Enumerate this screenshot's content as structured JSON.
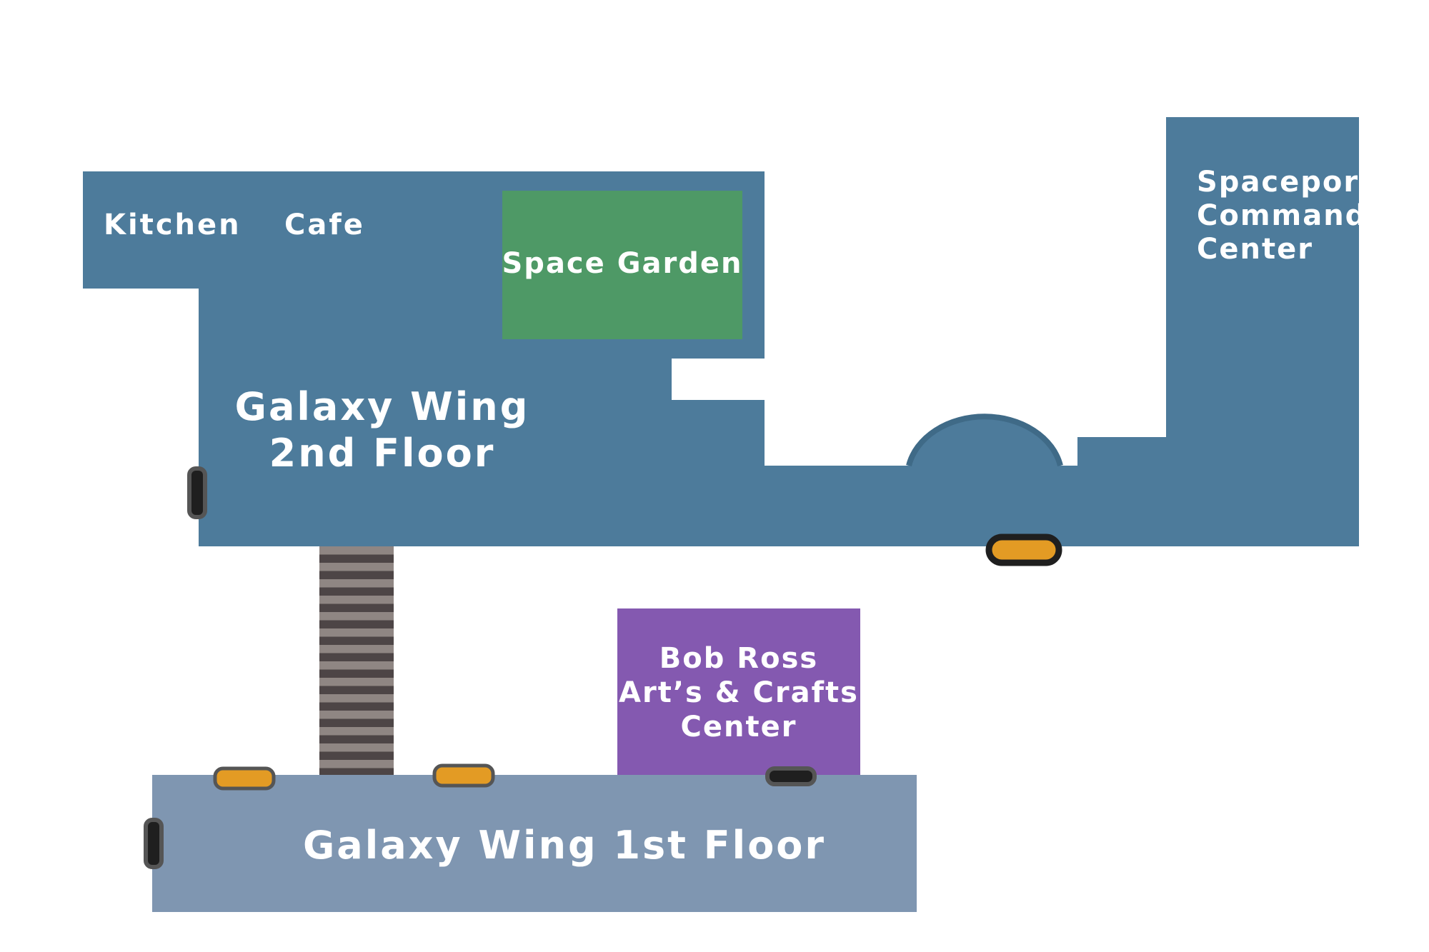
{
  "colors": {
    "second_floor": "#4d7b9b",
    "second_floor_edge": "#3f6a87",
    "first_floor": "#7f96b1",
    "space_garden": "#4e9966",
    "art_center": "#8459b0",
    "door_amber": "#e39b24",
    "door_dark": "#1f1f1f",
    "door_frame": "#555555",
    "stairs_light": "#8f8683",
    "stairs_dark": "#4d4546"
  },
  "rooms": {
    "kitchen": "Kitchen",
    "cafe": "Cafe",
    "space_garden": "Space Garden",
    "galaxy_wing_2": [
      "Galaxy Wing",
      "2nd Floor"
    ],
    "spaceport": [
      "Spaceport",
      "Command",
      "Center"
    ],
    "bob_ross": [
      "Bob Ross",
      "Art’s & Crafts",
      "Center"
    ],
    "galaxy_wing_1": "Galaxy Wing 1st Floor"
  },
  "icons": {
    "amber_door": "door-marker-icon",
    "dark_door": "door-marker-icon",
    "stairs": "staircase-icon"
  }
}
